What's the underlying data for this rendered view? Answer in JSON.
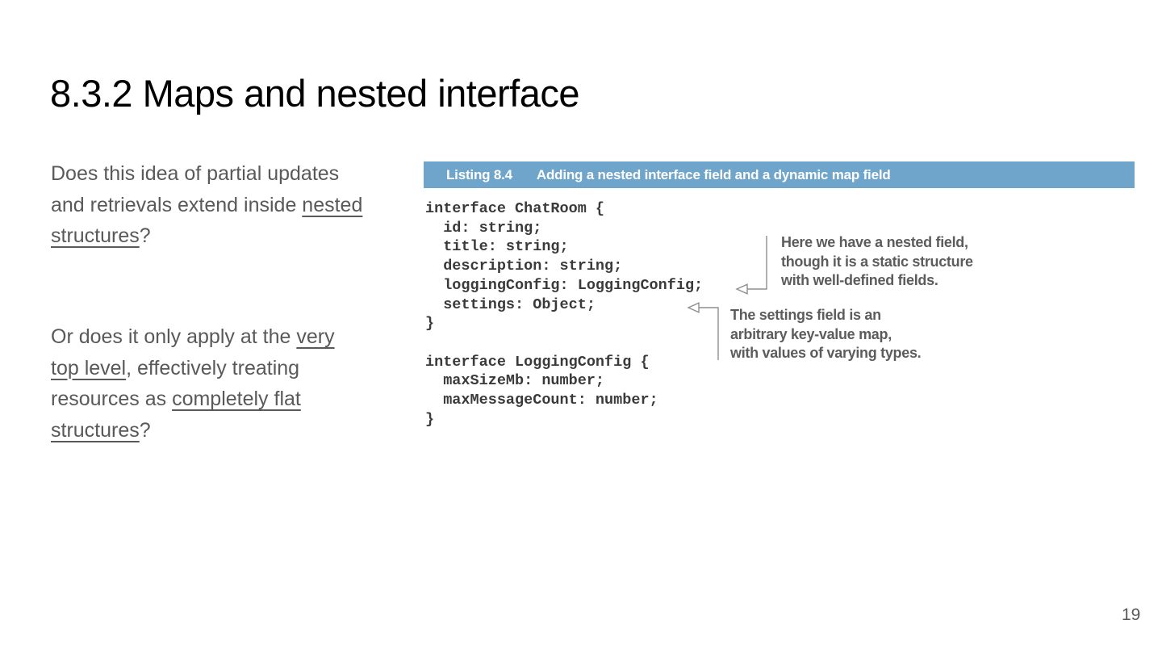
{
  "slide": {
    "title": "8.3.2 Maps and nested interface",
    "page_number": "19",
    "colors": {
      "accent_blue": "#6FA5CB",
      "body_text": "#595959",
      "code_text": "#3A3A3A",
      "annotation_text": "#5C5C5C",
      "arrow": "#8F8F8F",
      "title_text": "#000000",
      "background": "#FFFFFF"
    },
    "paragraphs": [
      {
        "lines": [
          [
            {
              "t": "Does this idea of partial updates"
            }
          ],
          [
            {
              "t": "and retrievals extend inside "
            },
            {
              "t": "nested",
              "u": true
            }
          ],
          [
            {
              "t": "structures",
              "u": true
            },
            {
              "t": "?"
            }
          ]
        ]
      },
      {
        "lines": [
          [
            {
              "t": "Or does it only apply at the "
            },
            {
              "t": "very",
              "u": true
            }
          ],
          [
            {
              "t": "top level",
              "u": true
            },
            {
              "t": ", effectively treating"
            }
          ],
          [
            {
              "t": "resources as "
            },
            {
              "t": "completely flat",
              "u": true
            }
          ],
          [
            {
              "t": "structures",
              "u": true
            },
            {
              "t": "?"
            }
          ]
        ]
      }
    ],
    "listing": {
      "label": "Listing 8.4",
      "caption": "Adding a nested interface field and a dynamic map field",
      "code_lines": [
        "interface ChatRoom {",
        "  id: string;",
        "  title: string;",
        "  description: string;",
        "  loggingConfig: LoggingConfig;",
        "  settings: Object;",
        "}",
        "",
        "interface LoggingConfig {",
        "  maxSizeMb: number;",
        "  maxMessageCount: number;",
        "}"
      ],
      "annotations": [
        {
          "lines": [
            "Here we have a nested field,",
            "though it is a static structure",
            "with well-defined fields."
          ]
        },
        {
          "lines": [
            "The settings field is an",
            "arbitrary key-value map,",
            "with values of varying types."
          ]
        }
      ]
    }
  }
}
